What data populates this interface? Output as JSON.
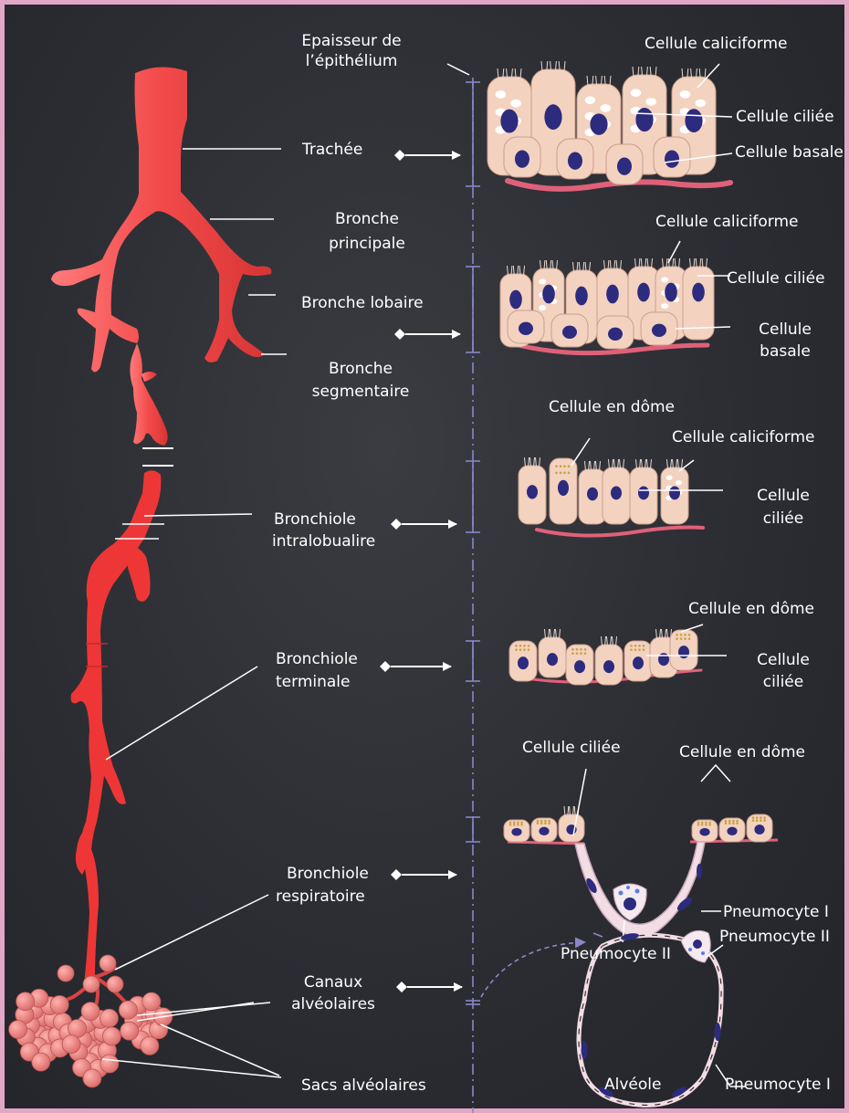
{
  "left_labels": {
    "epaisseur_line1": "Epaisseur de",
    "epaisseur_line2": "l’épithélium",
    "trachee": "Trachée",
    "bronche_principale_1": "Bronche",
    "bronche_principale_2": "principale",
    "bronche_lobaire": "Bronche lobaire",
    "bronche_segmentaire_1": "Bronche",
    "bronche_segmentaire_2": "segmentaire",
    "bronchiole_intra_1": "Bronchiole",
    "bronchiole_intra_2": "intralobualire",
    "bronchiole_terminale_1": "Bronchiole",
    "bronchiole_terminale_2": "terminale",
    "bronchiole_resp_1": "Bronchiole",
    "bronchiole_resp_2": "respiratoire",
    "canaux_1": "Canaux",
    "canaux_2": "alvéolaires",
    "sacs": "Sacs alvéolaires"
  },
  "cell_labels": {
    "trachee_caliciforme": "Cellule caliciforme",
    "trachee_ciliee": "Cellule ciliée",
    "trachee_basale": "Cellule basale",
    "bronche_caliciforme": "Cellule caliciforme",
    "bronche_ciliee": "Cellule ciliée",
    "bronche_basale_1": "Cellule",
    "bronche_basale_2": "basale",
    "bronchiole_dome": "Cellule en dôme",
    "bronchiole_caliciforme": "Cellule caliciforme",
    "bronchiole_ciliee_1": "Cellule",
    "bronchiole_ciliee_2": "ciliée",
    "terminale_dome": "Cellule en dôme",
    "terminale_ciliee_1": "Cellule",
    "terminale_ciliee_2": "ciliée",
    "resp_ciliee": "Cellule ciliée",
    "resp_dome": "Cellule en dôme",
    "resp_pneumocyte_i": "Pneumocyte I",
    "resp_pneumocyte_ii": "Pneumocyte II",
    "alv_pneumocyte_ii": "Pneumocyte II",
    "alv_pneumocyte_i": "Pneumocyte I",
    "alveole": "Alvéole"
  },
  "colors": {
    "background": "#2b2d33",
    "border": "#e2a7c7",
    "airway": "#f24a4a",
    "airway_dark": "#ee3030",
    "alveoli": "#ef8a87",
    "cell": "#f3d2c0",
    "cell_outline": "#cc9e8c",
    "nucleus": "#2d2b7e",
    "basement": "#e0607a",
    "scale_line": "#8a86c8"
  }
}
